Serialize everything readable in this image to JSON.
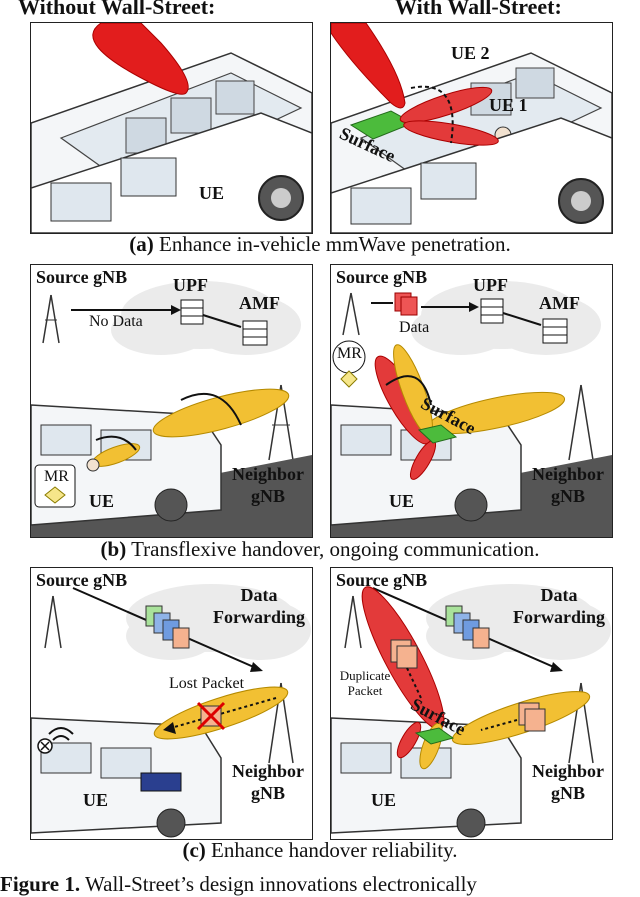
{
  "headers": {
    "left": "Without Wall-Street:",
    "right": "With Wall-Street:"
  },
  "panel_a": {
    "left": {
      "ue": "UE"
    },
    "right": {
      "ue2": "UE 2",
      "ue1": "UE 1",
      "surface": "Surface"
    },
    "caption_tag": "(a)",
    "caption_text": " Enhance in-vehicle mmWave penetration."
  },
  "panel_b": {
    "left": {
      "source": "Source gNB",
      "upf": "UPF",
      "amf": "AMF",
      "no_data": "No Data",
      "mr": "MR",
      "ue": "UE",
      "neighbor_1": "Neighbor",
      "neighbor_2": "gNB"
    },
    "right": {
      "source": "Source gNB",
      "upf": "UPF",
      "amf": "AMF",
      "data": "Data",
      "mr": "MR",
      "surface": "Surface",
      "ue": "UE",
      "neighbor_1": "Neighbor",
      "neighbor_2": "gNB"
    },
    "caption_tag": "(b)",
    "caption_text": " Transflexive handover, ongoing communication."
  },
  "panel_c": {
    "left": {
      "source": "Source gNB",
      "forwarding_1": "Data",
      "forwarding_2": "Forwarding",
      "lost": "Lost Packet",
      "ue": "UE",
      "neighbor_1": "Neighbor",
      "neighbor_2": "gNB"
    },
    "right": {
      "source": "Source gNB",
      "forwarding_1": "Data",
      "forwarding_2": "Forwarding",
      "duplicate_1": "Duplicate",
      "duplicate_2": "Packet",
      "surface": "Surface",
      "ue": "UE",
      "neighbor_1": "Neighbor",
      "neighbor_2": "gNB"
    },
    "caption_tag": "(c)",
    "caption_text": " Enhance handover reliability."
  },
  "figure": {
    "tag": "Figure 1.",
    "text": "  Wall-Street’s design innovations electronically"
  }
}
